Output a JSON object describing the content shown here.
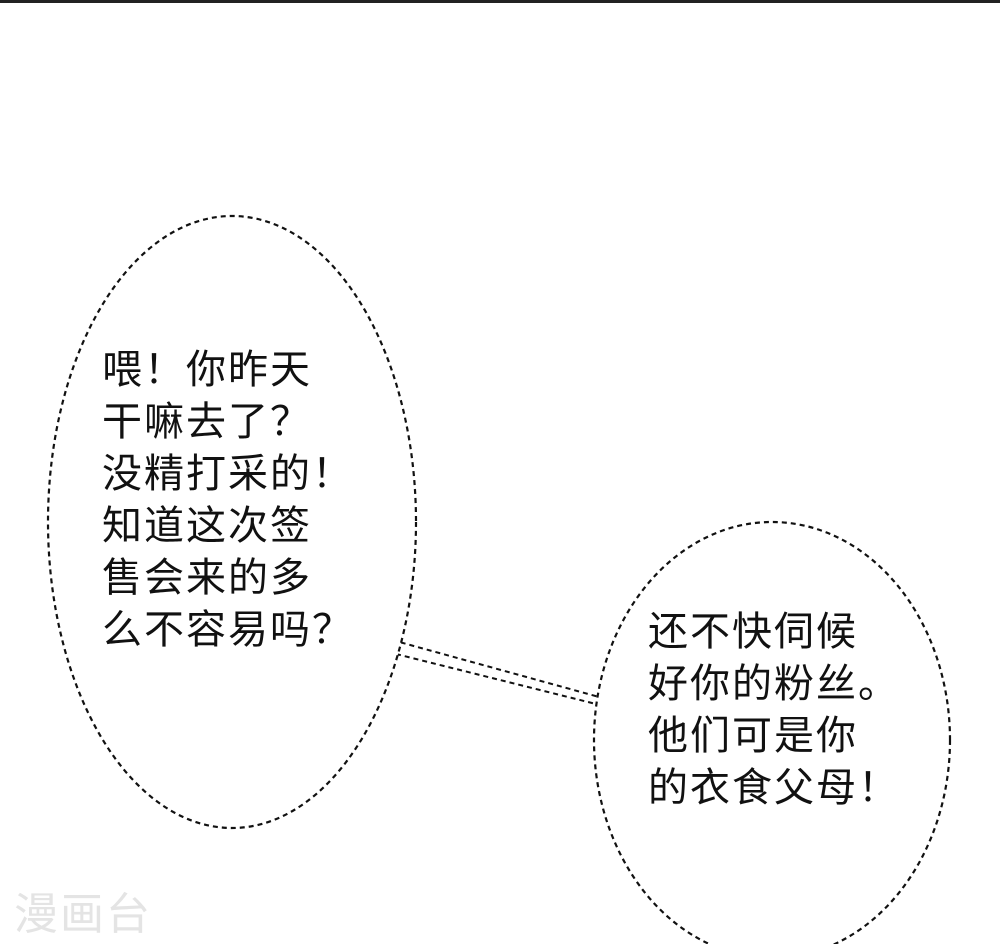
{
  "left_bubble": {
    "lines": [
      "喂！你昨天",
      "干嘛去了？",
      "没精打采的！",
      "知道这次签",
      "售会来的多",
      "么不容易吗？"
    ]
  },
  "right_bubble": {
    "lines": [
      "还不快伺候",
      "好你的粉丝。",
      "他们可是你",
      "的衣食父母！"
    ]
  },
  "watermark": {
    "text": "漫画台"
  },
  "colors": {
    "ink": "#111111",
    "watermark": "#e4e4e4",
    "background": "#ffffff"
  }
}
